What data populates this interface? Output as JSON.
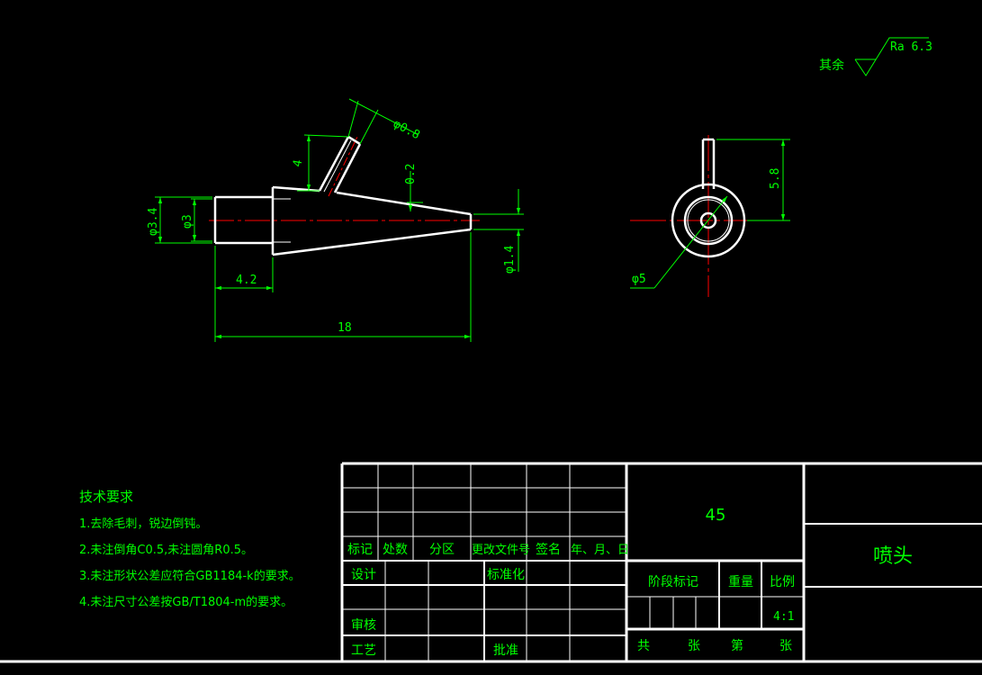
{
  "drawing": {
    "dimensions": {
      "d08": "φ0.8",
      "len4": "4",
      "len02": "0.2",
      "d34": "φ3.4",
      "d3": "φ3",
      "d14": "φ1.4",
      "len42": "4.2",
      "len18": "18",
      "len58": "5.8",
      "d5": "φ5"
    },
    "surface_finish": {
      "label": "其余",
      "ra": "Ra 6.3"
    }
  },
  "tech_requirements": {
    "title": "技术要求",
    "items": [
      "1.去除毛刺，锐边倒钝。",
      "2.未注倒角C0.5,未注圆角R0.5。",
      "3.未注形状公差应符合GB1184-k的要求。",
      "4.未注尺寸公差按GB/T1804-m的要求。"
    ]
  },
  "title_block": {
    "revision_headers": [
      "标记",
      "处数",
      "分区",
      "更改文件号",
      "签名",
      "年、月、日"
    ],
    "sign_rows": {
      "design": "设计",
      "standardize": "标准化",
      "review": "审核",
      "process": "工艺",
      "approve": "批准"
    },
    "material": "45",
    "part_name": "喷头",
    "stage_mark": "阶段标记",
    "weight": "重量",
    "scale_label": "比例",
    "scale_value": "4:1",
    "sheet_total": "共",
    "sheet_unit1": "张",
    "sheet_no": "第",
    "sheet_unit2": "张"
  }
}
